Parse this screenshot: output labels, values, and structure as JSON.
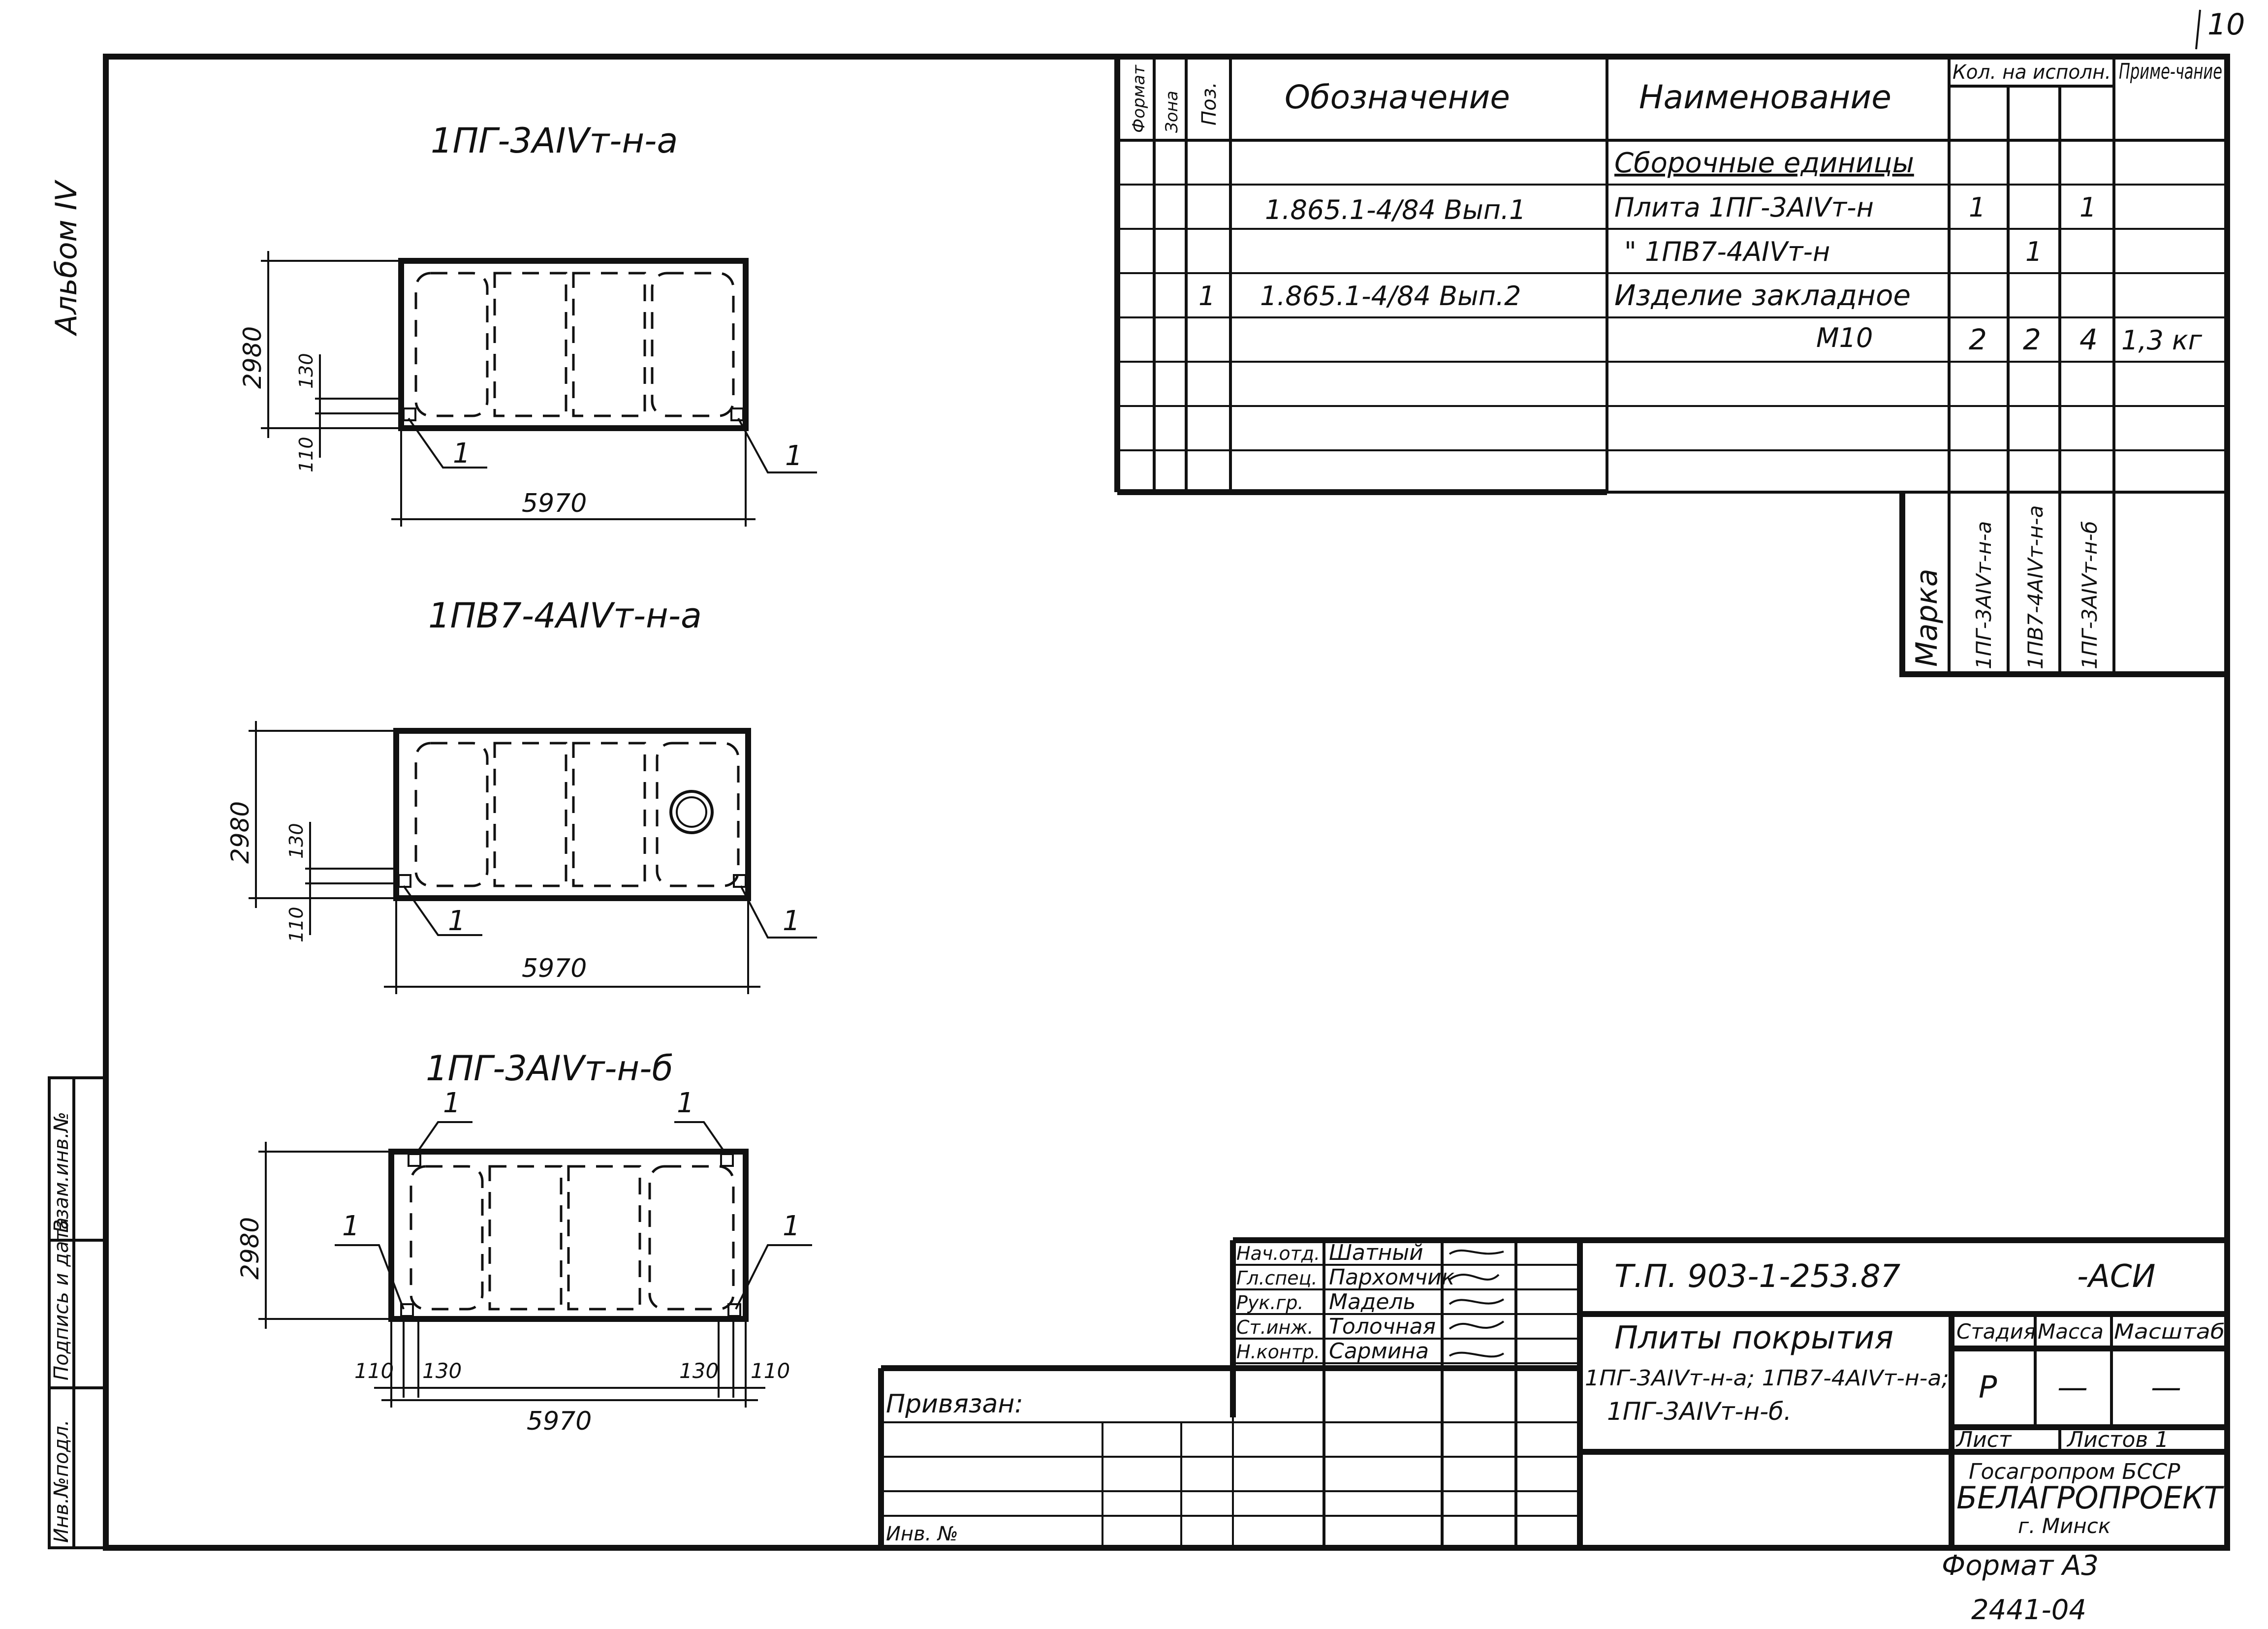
{
  "sheet_number": "10",
  "album_label": "Альбом IV",
  "spec_table": {
    "headers": {
      "format": "Формат",
      "zone": "Зона",
      "pos": "Поз.",
      "designation": "Обозначение",
      "name": "Наименование",
      "qty_per_execution": "Кол. на исполн.",
      "note": "Приме-чание"
    },
    "rows": [
      {
        "pos": "",
        "designation": "",
        "name": "Сборочные единицы",
        "q1": "",
        "q2": "",
        "q3": "",
        "note": ""
      },
      {
        "pos": "",
        "designation": "1.865.1-4/84 Вып.1",
        "name": "Плита 1ПГ-3АIVт-н",
        "q1": "1",
        "q2": "",
        "q3": "1",
        "note": ""
      },
      {
        "pos": "",
        "designation": "",
        "name": "\"   1ПВ7-4АIVт-н",
        "q1": "",
        "q2": "1",
        "q3": "",
        "note": ""
      },
      {
        "pos": "1",
        "designation": "1.865.1-4/84 Вып.2",
        "name": "Изделие закладное",
        "q1": "",
        "q2": "",
        "q3": "",
        "note": ""
      },
      {
        "pos": "",
        "designation": "",
        "name": "М10",
        "q1": "2",
        "q2": "2",
        "q3": "4",
        "note": "1,3 кг"
      }
    ],
    "marka_label": "Марка",
    "marka_columns": [
      "1ПГ-3АIVт-н-а",
      "1ПВ7-4АIVт-н-а",
      "1ПГ-3АIVт-н-б"
    ]
  },
  "drawings": [
    {
      "title": "1ПГ-3АIVт-н-а",
      "width_dim": "5970",
      "height_dim": "2980",
      "small_dims": [
        "130",
        "110"
      ],
      "callout": "1"
    },
    {
      "title": "1ПВ7-4АIVт-н-а",
      "width_dim": "5970",
      "height_dim": "2980",
      "small_dims": [
        "130",
        "110"
      ],
      "callout": "1"
    },
    {
      "title": "1ПГ-3АIVт-н-б",
      "width_dim": "5970",
      "height_dim": "2980",
      "bottom_dims": [
        "110",
        "130",
        "130",
        "110"
      ],
      "callout": "1"
    }
  ],
  "left_strip": [
    "Инв.№подл.",
    "Подпись и дата",
    "Взам.инв.№"
  ],
  "signatures": [
    {
      "role": "Нач.отд.",
      "name": "Шатный"
    },
    {
      "role": "Гл.спец.",
      "name": "Пархомчик"
    },
    {
      "role": "Рук.гр.",
      "name": "Мадель"
    },
    {
      "role": "Ст.инж.",
      "name": "Толочная"
    },
    {
      "role": "Н.контр.",
      "name": "Сармина"
    }
  ],
  "bound_label": "Привязан:",
  "inv_label": "Инв. №",
  "title_block": {
    "code": "Т.П.   903-1-253.87",
    "suffix": "-АСИ",
    "title": "Плиты покрытия",
    "subtitle1": "1ПГ-3АIVт-н-а; 1ПВ7-4АIVт-н-а;",
    "subtitle2": "1ПГ-3АIVт-н-б.",
    "stage_label": "Стадия",
    "mass_label": "Масса",
    "scale_label": "Масштаб",
    "stage": "Р",
    "mass": "—",
    "scale": "—",
    "sheet_label": "Лист",
    "sheets_label": "Листов 1",
    "org1": "Госагропром БССР",
    "org2": "БЕЛАГРОПРОЕКТ",
    "org3": "г. Минск"
  },
  "format": "Формат А3",
  "archive_number": "2441-04"
}
